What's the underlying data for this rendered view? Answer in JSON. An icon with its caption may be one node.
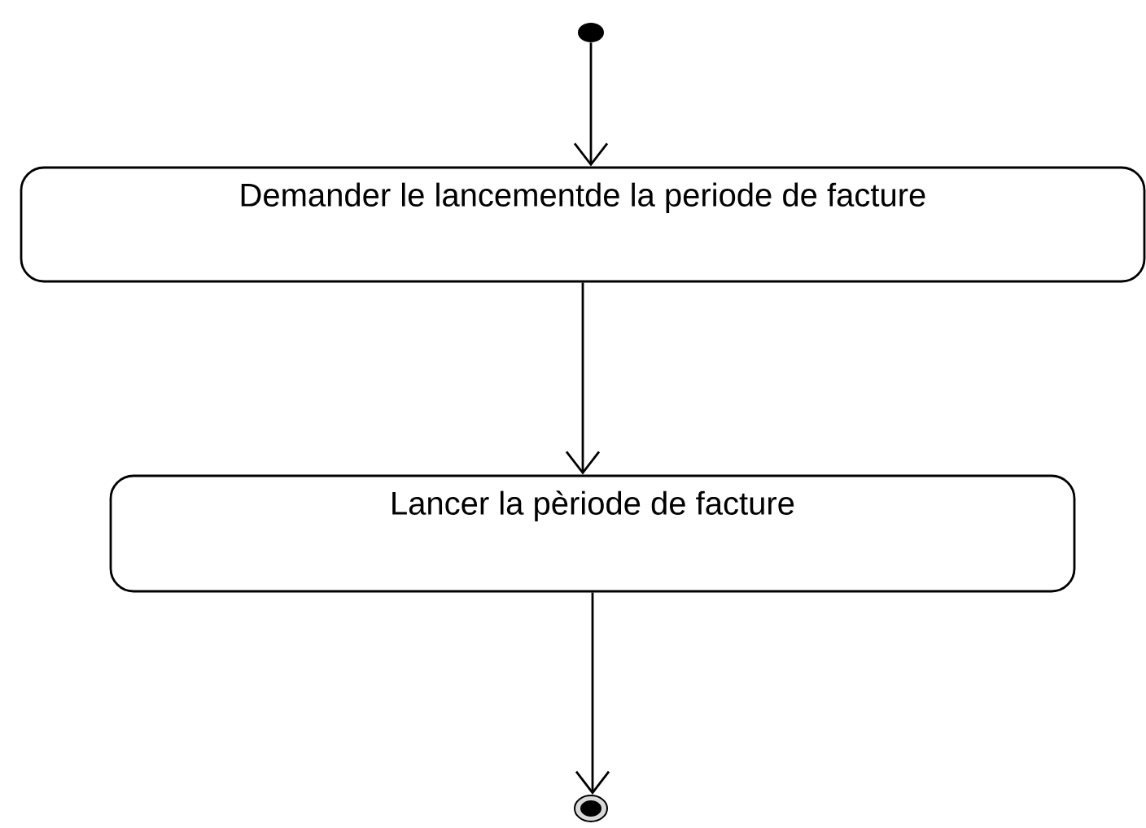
{
  "diagram": {
    "nodes": [
      {
        "text": [],
        "shape": "circle"
      },
      {
        "text": [
          "Demander le lancementde la periode de facture"
        ]
      },
      {
        "text": [
          "Lancer la pèriode de facture"
        ]
      },
      {
        "text": [],
        "shape": "circle"
      }
    ],
    "edges": [
      {
        "from": 0,
        "to": 1,
        "arrow": "to"
      },
      {
        "from": 1,
        "to": 2,
        "arrow": "to"
      },
      {
        "from": 2,
        "to": 3,
        "arrow": "to"
      }
    ]
  }
}
